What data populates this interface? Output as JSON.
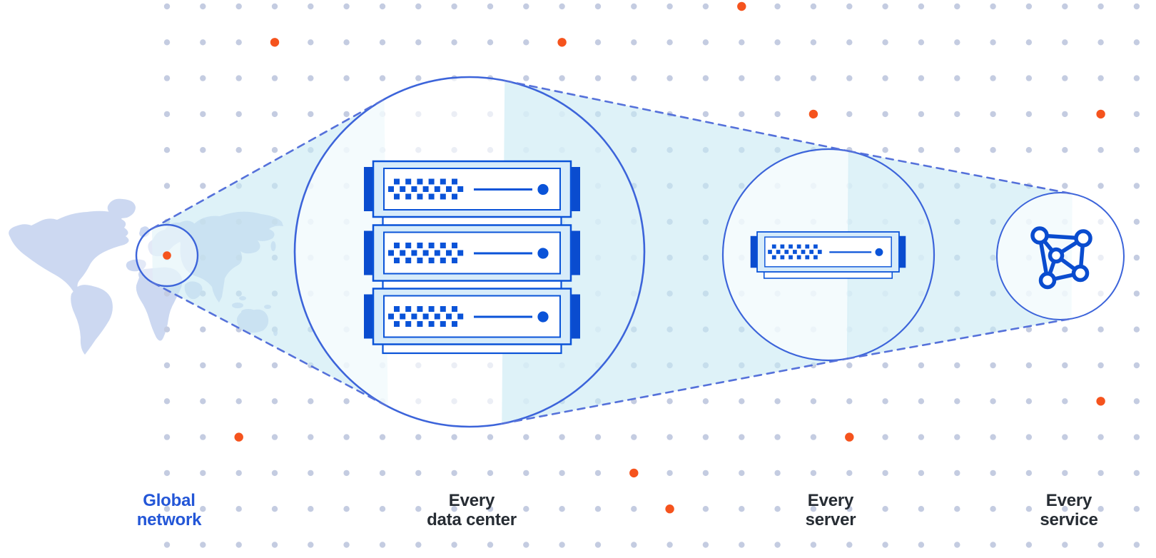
{
  "diagram": {
    "description": "Global network zoom diagram",
    "labels": [
      {
        "id": "global-network",
        "line1": "Global",
        "line2": "network",
        "color": "#2356d7"
      },
      {
        "id": "every-data-center",
        "line1": "Every",
        "line2": "data center",
        "color": "#262c33"
      },
      {
        "id": "every-server",
        "line1": "Every",
        "line2": "server",
        "color": "#262c33"
      },
      {
        "id": "every-service",
        "line1": "Every",
        "line2": "service",
        "color": "#262c33"
      }
    ],
    "icons": [
      "world-map",
      "location-dot",
      "datacenter-rack",
      "server-unit",
      "network-mesh"
    ]
  },
  "palette": {
    "accent_blue": "#0a53d8",
    "deep_blue": "#0a4ccf",
    "circle_stroke_blue": "#3c64da",
    "dash_blue": "#5571da",
    "server_fill": "#d7ecfa",
    "cone_cyan": "#c8e9f3",
    "map_fill": "#ccd8f1",
    "dot_gray": "#c4cce1",
    "dot_orange": "#f5531d",
    "label_dark": "#262c33",
    "label_blue": "#2356d7",
    "background": "#ffffff"
  },
  "background_dots": {
    "orange_grid_positions": [
      [
        3,
        1
      ],
      [
        11,
        1
      ],
      [
        16,
        0
      ],
      [
        18,
        3
      ],
      [
        26,
        3
      ],
      [
        26,
        11
      ],
      [
        19,
        12
      ],
      [
        2,
        12
      ],
      [
        13,
        13
      ],
      [
        14,
        14
      ]
    ]
  }
}
